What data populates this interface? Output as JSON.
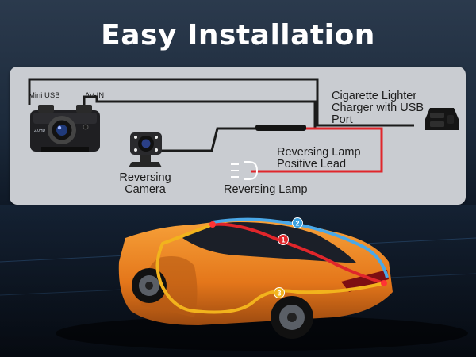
{
  "title": "Easy Installation",
  "labels": {
    "mini_usb": "Mini USB",
    "av_in": "AV-IN",
    "cigarette_lighter": "Cigarette Lighter Charger with USB Port",
    "reversing_lamp_positive": "Reversing Lamp Positive Lead",
    "reversing_camera": "Reversing Camera",
    "reversing_lamp": "Reversing Lamp",
    "dashcam_logo": "2.0HD"
  },
  "route_markers": [
    {
      "number": "1",
      "color": "#e0262b"
    },
    {
      "number": "2",
      "color": "#3aa1e0"
    },
    {
      "number": "3",
      "color": "#f2b31d"
    }
  ],
  "colors": {
    "panel": "#c9ccd1",
    "cable": "#1b1b1b",
    "positive_lead": "#e0262b",
    "route_red": "#e0262b",
    "route_blue": "#4aa8e8",
    "route_yellow": "#f2b31d",
    "car_body": "#e87b1e"
  },
  "icons": [
    "dashcam-icon",
    "reversing-camera-icon",
    "car-charger-icon",
    "reversing-lamp-icon",
    "car-image"
  ]
}
